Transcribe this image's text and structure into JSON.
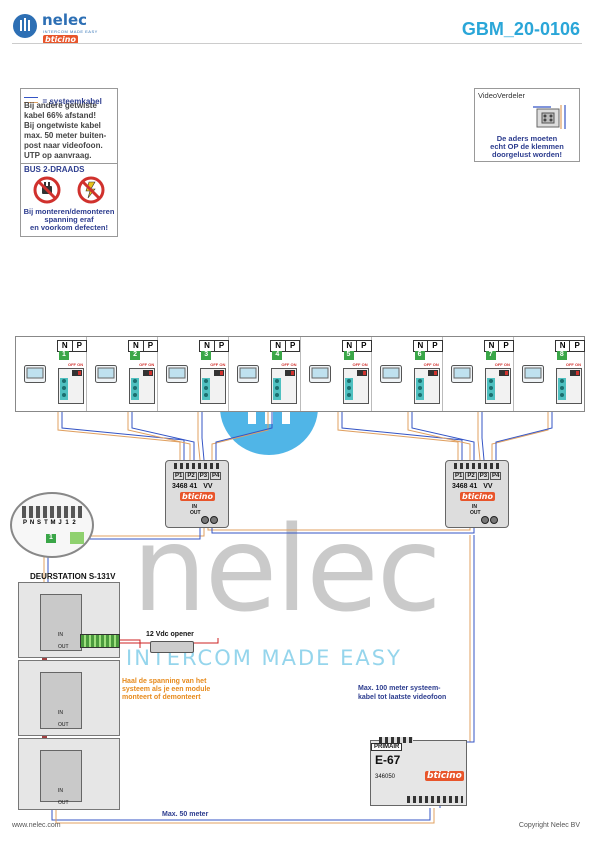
{
  "header": {
    "brand": "nelec",
    "brand_sub": "INTERCOM MADE EASY",
    "partner": "bticino",
    "doc_id": "GBM_20-0106"
  },
  "info_box": {
    "cable_legend": "= systeemkabel",
    "lines": [
      "Bij andere getwiste",
      "kabel 66% afstand!",
      "Bij ongetwiste kabel",
      "max. 50 meter buiten-",
      "post naar videofoon.",
      "UTP op aanvraag."
    ]
  },
  "bus_box": {
    "title": "BUS 2-DRAADS",
    "warning_lines": [
      "Bij monteren/demonteren",
      "spanning eraf",
      "en voorkom defecten!"
    ]
  },
  "video_box": {
    "title": "VideoVerdeler",
    "lines": [
      "De aders moeten",
      "echt OP de klemmen",
      "doorgelust worden!"
    ]
  },
  "units": [
    {
      "n": "N",
      "p": "P",
      "num": "1",
      "off": "OFF",
      "on": "ON"
    },
    {
      "n": "N",
      "p": "P",
      "num": "2",
      "off": "OFF",
      "on": "ON"
    },
    {
      "n": "N",
      "p": "P",
      "num": "3",
      "off": "OFF",
      "on": "ON"
    },
    {
      "n": "N",
      "p": "P",
      "num": "4",
      "off": "OFF",
      "on": "ON"
    },
    {
      "n": "N",
      "p": "P",
      "num": "5",
      "off": "OFF",
      "on": "ON"
    },
    {
      "n": "N",
      "p": "P",
      "num": "6",
      "off": "OFF",
      "on": "ON"
    },
    {
      "n": "N",
      "p": "P",
      "num": "7",
      "off": "OFF",
      "on": "ON"
    },
    {
      "n": "N",
      "p": "P",
      "num": "8",
      "off": "OFF",
      "on": "ON"
    }
  ],
  "distributors": [
    {
      "ports": [
        "P1",
        "P2",
        "P3",
        "P4"
      ],
      "model": "3468 41",
      "vv": "VV",
      "in": "IN",
      "out": "OUT",
      "brand": "bticino"
    },
    {
      "ports": [
        "P1",
        "P2",
        "P3",
        "P4"
      ],
      "model": "3468 41",
      "vv": "VV",
      "in": "IN",
      "out": "OUT",
      "brand": "bticino"
    }
  ],
  "dip": {
    "labels": [
      "P",
      "N",
      "S",
      "T",
      "M",
      "J",
      "1",
      "2"
    ],
    "value": "1"
  },
  "door_station": {
    "title": "DEURSTATION S-131V",
    "opener": "12 Vdc opener",
    "module_in": "IN",
    "module_out": "OUT"
  },
  "annotations": {
    "power": [
      "Haal de spanning van het",
      "systeem als je een module",
      "monteert of demonteert"
    ],
    "max100": [
      "Max. 100 meter systeem-",
      "kabel tot laatste videofoon"
    ],
    "max50": "Max. 50 meter"
  },
  "psu": {
    "title": "PRIMAIR",
    "model": "E-67",
    "code": "346050",
    "brand": "bticino"
  },
  "watermark": {
    "word": "nelec",
    "tagline": "INTERCOM MADE EASY"
  },
  "footer": {
    "left": "www.nelec.com",
    "right": "Copyright Nelec BV"
  },
  "colors": {
    "brand_blue": "#2d6fb4",
    "doc_id": "#2aa6d8",
    "bticino": "#e8552b",
    "warning_red": "#d0312d",
    "wire_blue": "#3555c5",
    "wire_orange": "#e0a060",
    "wire_red": "#cc2020"
  }
}
